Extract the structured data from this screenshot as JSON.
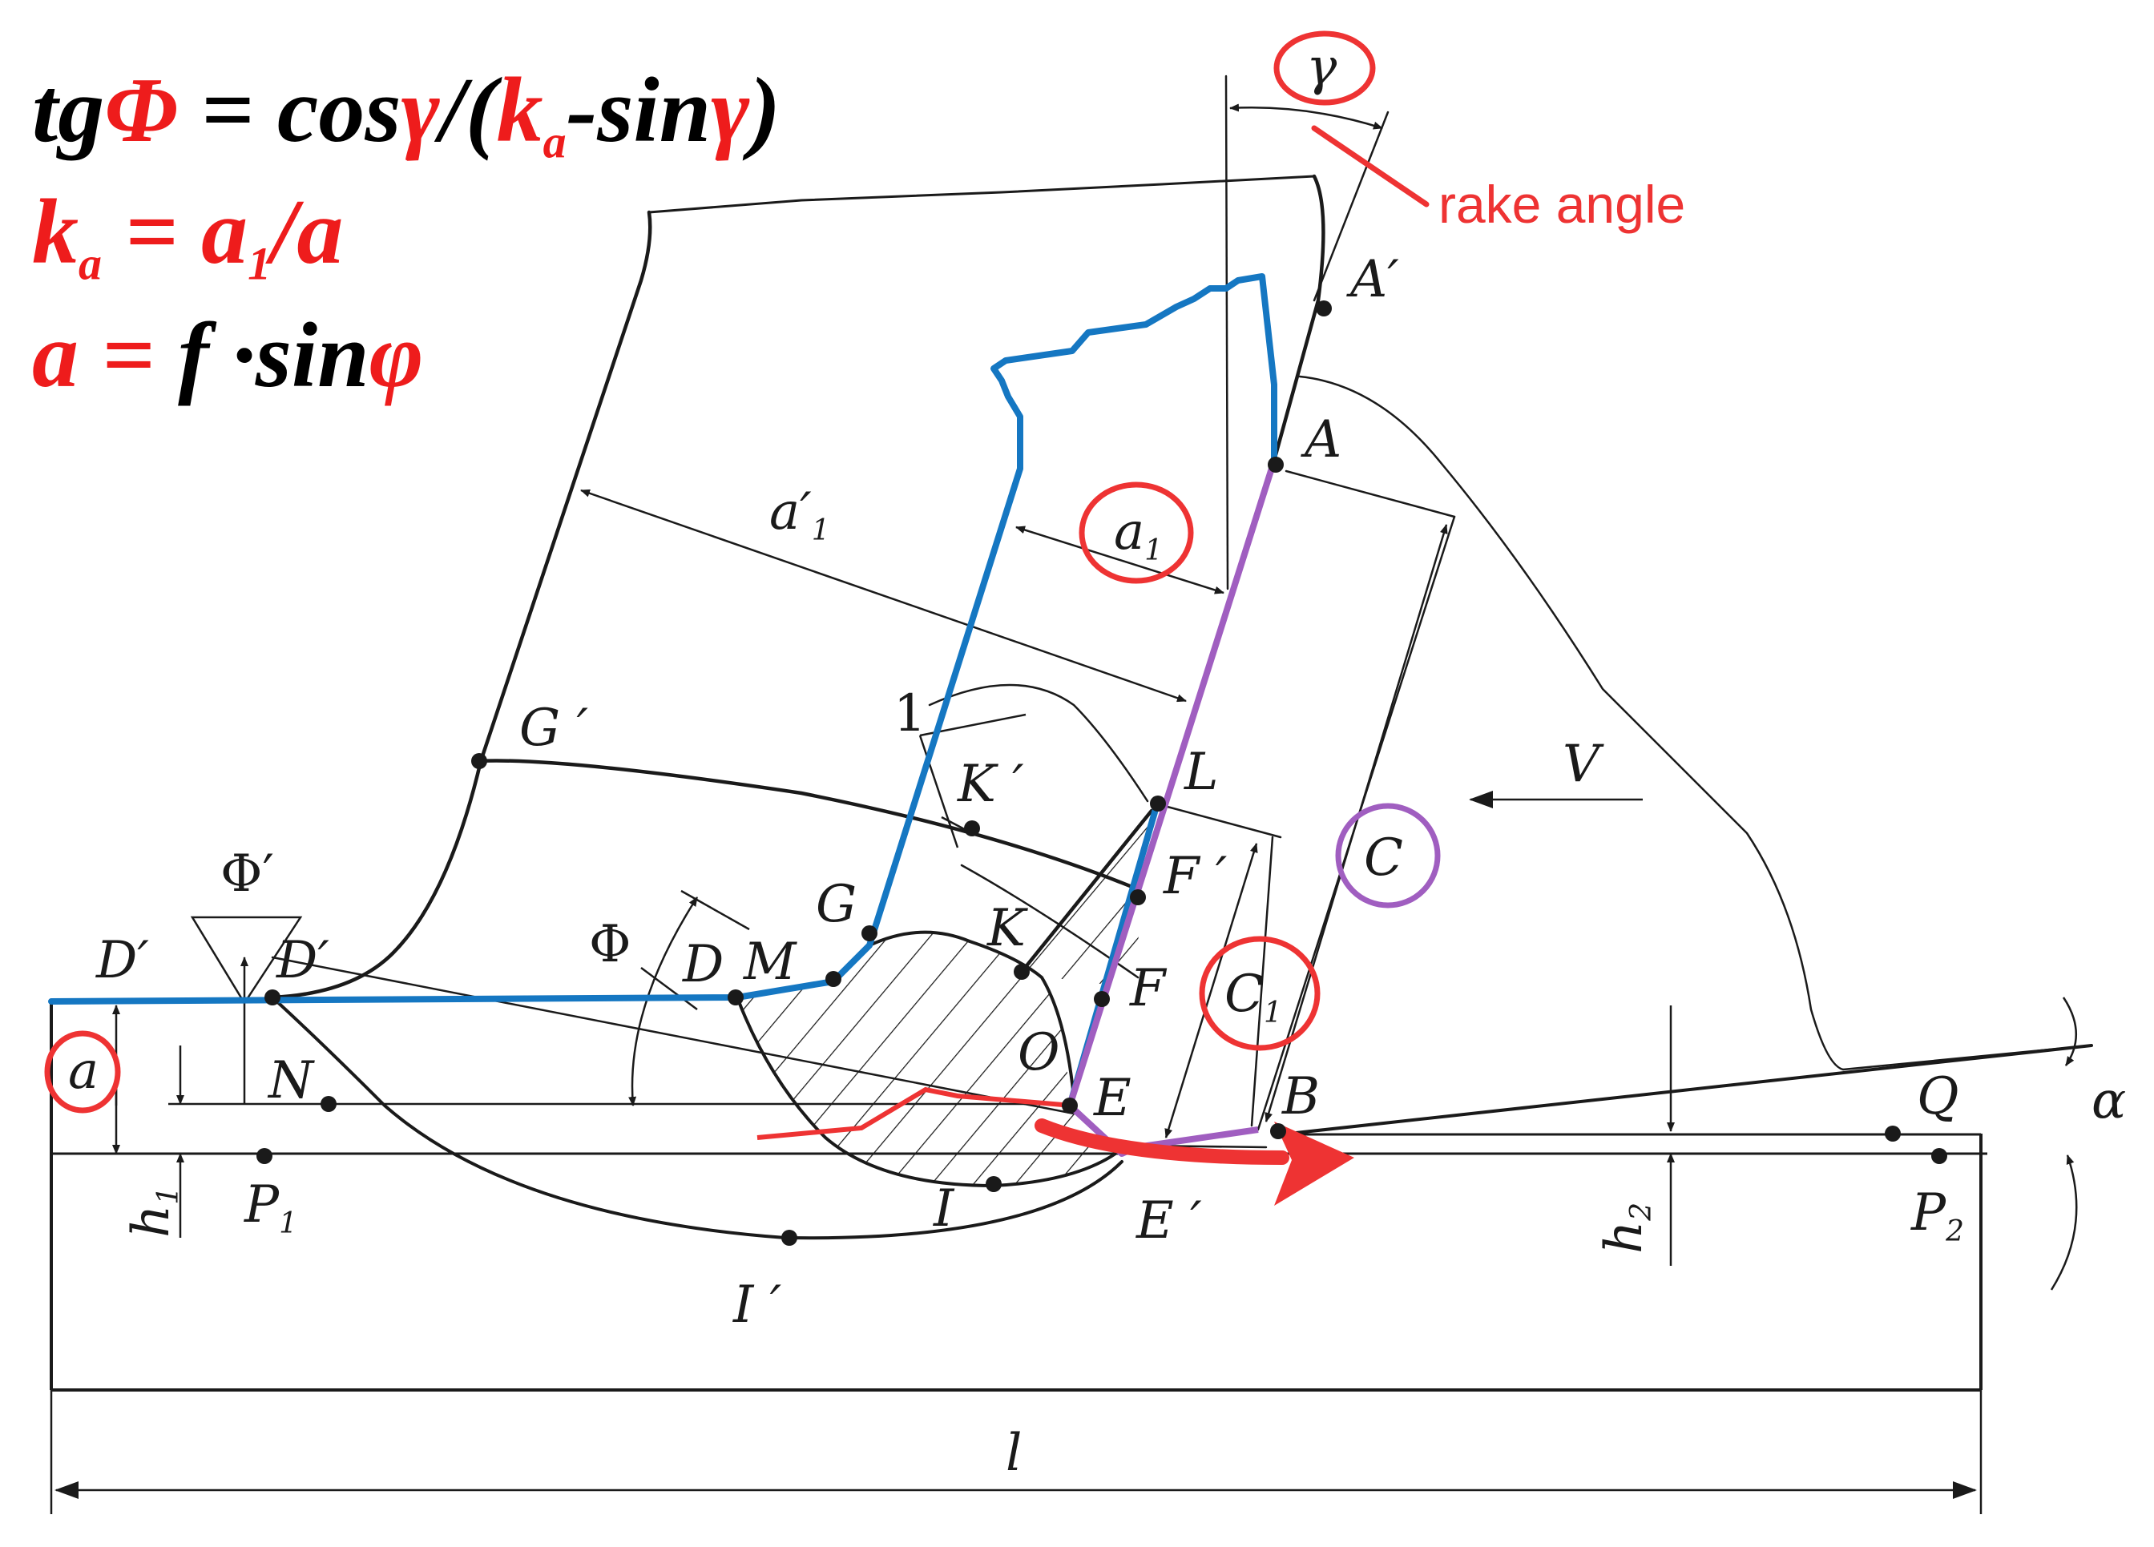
{
  "formulas": {
    "line1": {
      "t1": "tg",
      "t2": "Φ",
      "t3": " = cos",
      "t4": "γ",
      "t5": "/(",
      "t6": "k",
      "t7": "a",
      "t8": "-sin",
      "t9": "γ",
      "t10": ")"
    },
    "line2": {
      "t1": "k",
      "t2": "a",
      "t3": " = a",
      "t4": "1",
      "t5": "/a"
    },
    "line3": {
      "t1": "a",
      "t2": " = ",
      "t3": "f",
      "t4": " ·sin",
      "t5": "φ"
    }
  },
  "annotation": {
    "rake_angle": "rake angle"
  },
  "labels": {
    "gamma": "γ",
    "A_prime": "A′",
    "A": "A",
    "a1_prime": "a′",
    "a1_prime_sub": "1",
    "a1": "a",
    "a1_sub": "1",
    "G_prime": "G ′",
    "one": "1",
    "K_prime": "K ′",
    "L": "L",
    "V": "V",
    "C": "C",
    "F_prime": "F ′",
    "F": "F",
    "C1": "C",
    "C1_sub": "1",
    "G": "G",
    "K": "K",
    "Phi_prime": "Φ′",
    "D_prime_left": "D′",
    "D_prime_right": "D′",
    "Phi": "Φ",
    "D": "D",
    "M": "M",
    "O": "O",
    "E": "E",
    "B": "B",
    "Q": "Q",
    "alpha": "α",
    "a_small": "a",
    "N": "N",
    "h1": "h",
    "h1_sub": "1",
    "P1": "P",
    "P1_sub": "1",
    "I": "I",
    "E_prime": "E ′",
    "h2": "h",
    "h2_sub": "2",
    "P2": "P",
    "P2_sub": "2",
    "I_prime": "I ′",
    "l": "l"
  },
  "colors": {
    "ink": "#1a1a1a",
    "shear_blue": "#1577c2",
    "rake_purple": "#a05ec0",
    "highlight_red": "#ee3333",
    "formula_red": "#ee1c1c"
  }
}
